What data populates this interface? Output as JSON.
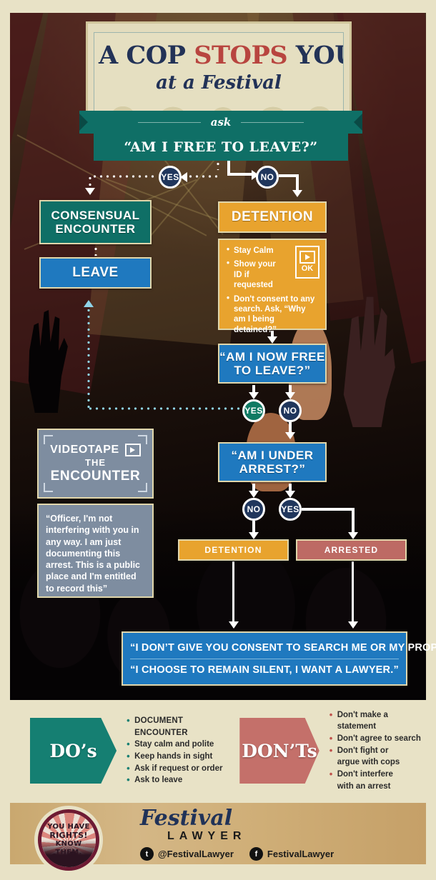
{
  "hero": {
    "title_part1": "A COP ",
    "title_red": "STOPS",
    "title_part2": " YOU",
    "subtitle": "at a Festival",
    "ask_label": "ask",
    "ask_question": "“AM I FREE TO LEAVE?”"
  },
  "flow": {
    "branch1_yes": "YES",
    "branch1_no": "NO",
    "consensual_encounter": "CONSENSUAL ENCOUNTER",
    "leave": "LEAVE",
    "detention": "DETENTION",
    "detention_bullets": [
      "Stay Calm",
      "Show your ID if requested",
      "Don't consent to any search. Ask, “Why am I being detained?”"
    ],
    "ok_badge": "OK",
    "now_free": "“AM I NOW FREE TO LEAVE?”",
    "branch2_yes": "YES",
    "branch2_no": "NO",
    "under_arrest": "“AM I UNDER ARREST?”",
    "branch3_no": "NO",
    "branch3_yes": "YES",
    "detention2": "DETENTION",
    "arrested": "ARRESTED"
  },
  "videotape": {
    "line1": "VIDEOTAPE",
    "line2": "THE",
    "line3": "ENCOUNTER",
    "quote": "“Officer, I'm not interfering with you in any way. I am just documenting this arrest. This is a public place and I'm entitled to record this”"
  },
  "statements": {
    "line1": "“I DON’T GIVE YOU CONSENT TO SEARCH ME OR MY PROPERTY.”",
    "line2": "“I CHOOSE TO REMAIN SILENT, I WANT A LAWYER.”"
  },
  "dos": {
    "heading": "DO’s",
    "items": [
      "DOCUMENT ENCOUNTER",
      "Stay calm and polite",
      "Keep hands in sight",
      "Ask if request or order",
      "Ask to leave"
    ]
  },
  "donts": {
    "heading": "DON’Ts",
    "items": [
      "Don't make a statement",
      "Don't agree to search",
      "Don't fight or argue with cops",
      "Don't interfere with an arrest"
    ]
  },
  "footer": {
    "badge_line1": "YOU HAVE",
    "badge_line2": "RIGHTS!",
    "badge_line3": "KNOW THEM.",
    "brand_line1": "Festival",
    "brand_line2": "LAWYER",
    "twitter_handle": "@FestivalLawyer",
    "facebook_handle": "FestivalLawyer",
    "twitter_glyph": "t",
    "facebook_glyph": "f"
  },
  "colors": {
    "teal": "#0f6f66",
    "blue": "#1f79bf",
    "orange": "#e8a32e",
    "red": "#bd6a64",
    "slate": "#7e8da0",
    "navy": "#20365c",
    "cream": "#e8e2c6"
  }
}
